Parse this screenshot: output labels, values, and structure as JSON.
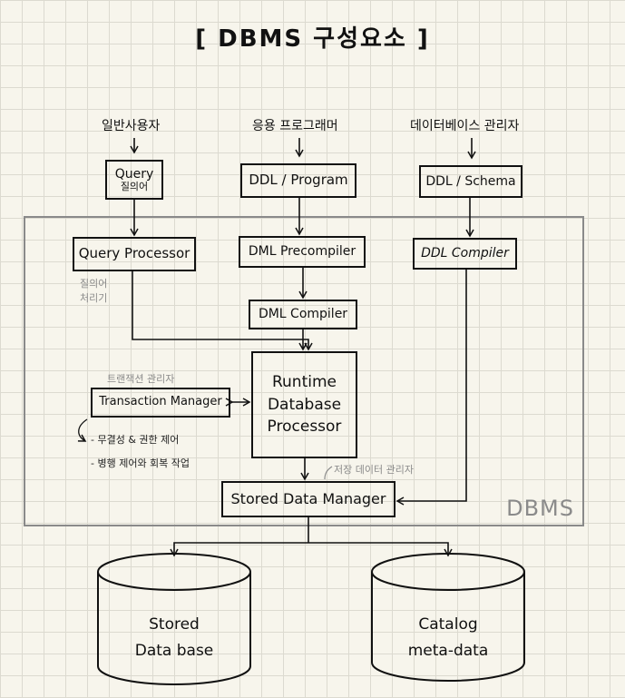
{
  "title": "[ DBMS 구성요소 ]",
  "users": {
    "general": "일반사용자",
    "app_programmer": "응용 프로그래머",
    "dba": "데이터베이스 관리자"
  },
  "boxes": {
    "query": {
      "main": "Query",
      "sub": "질의어"
    },
    "ddl_program": "DDL / Program",
    "ddl_schema": "DDL / Schema",
    "query_processor": "Query Processor",
    "dml_precompiler": "DML Precompiler",
    "ddl_compiler": "DDL Compiler",
    "dml_compiler": "DML Compiler",
    "runtime_processor": {
      "line1": "Runtime",
      "line2": "Database",
      "line3": "Processor"
    },
    "transaction_manager": "Transaction Manager",
    "stored_data_manager": "Stored Data Manager"
  },
  "notes": {
    "query_processor_note_1": "질의어",
    "query_processor_note_2": "처리기",
    "transaction_manager_note": "트랜잭션 관리자",
    "stored_data_manager_note": "저장 데이터 관리자",
    "tm_role_1": "- 무결성 & 권한 제어",
    "tm_role_2": "- 병행 제어와 회복 작업"
  },
  "region_label": "DBMS",
  "cylinders": {
    "stored_db": {
      "line1": "Stored",
      "line2": "Data base"
    },
    "catalog": {
      "line1": "Catalog",
      "line2": "meta-data"
    }
  }
}
